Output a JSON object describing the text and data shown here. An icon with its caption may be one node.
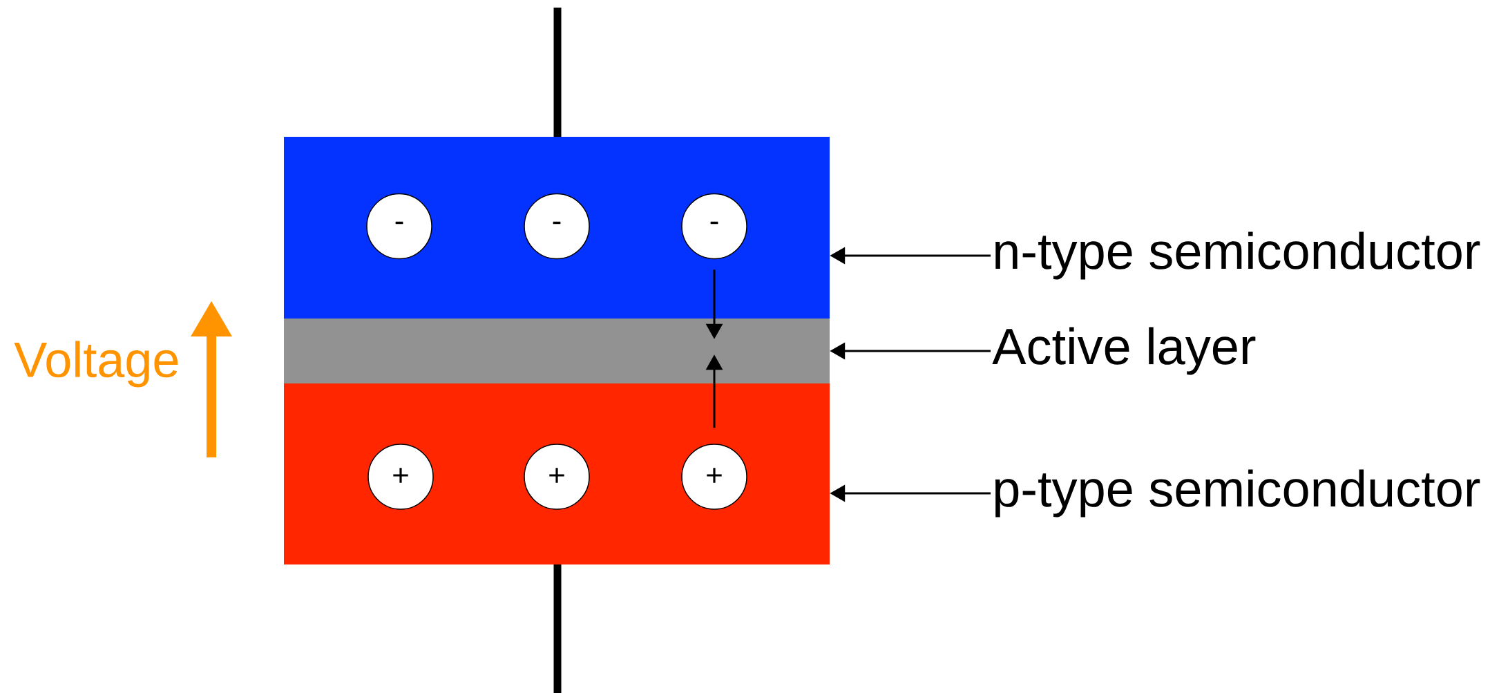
{
  "diagram": {
    "nodes": [
      {
        "text": [],
        "shape": "box"
      },
      {
        "text": [
          "-"
        ],
        "in": 0
      },
      {
        "text": [
          "-"
        ],
        "in": 0
      },
      {
        "text": [
          "-"
        ],
        "in": 0
      },
      {
        "text": [],
        "shape": "box"
      },
      {
        "text": [],
        "shape": "box"
      },
      {
        "text": [
          "+"
        ],
        "in": 5
      },
      {
        "text": [
          "+"
        ],
        "in": 5
      },
      {
        "text": [
          "+"
        ],
        "in": 5
      },
      {
        "text": [
          "n-type semiconductor"
        ]
      },
      {
        "text": [
          "Active layer"
        ]
      },
      {
        "text": [
          "p-type semiconductor"
        ]
      }
    ],
    "edges": [
      {
        "from": 3,
        "to": 4,
        "arrow": "to"
      },
      {
        "from": 8,
        "to": 4,
        "arrow": "to"
      },
      {
        "from": 9,
        "to": 0,
        "arrow": "to"
      },
      {
        "from": 10,
        "to": 4,
        "arrow": "to"
      },
      {
        "from": 11,
        "to": 5,
        "arrow": "to"
      }
    ],
    "labels": [
      "Voltage"
    ]
  }
}
